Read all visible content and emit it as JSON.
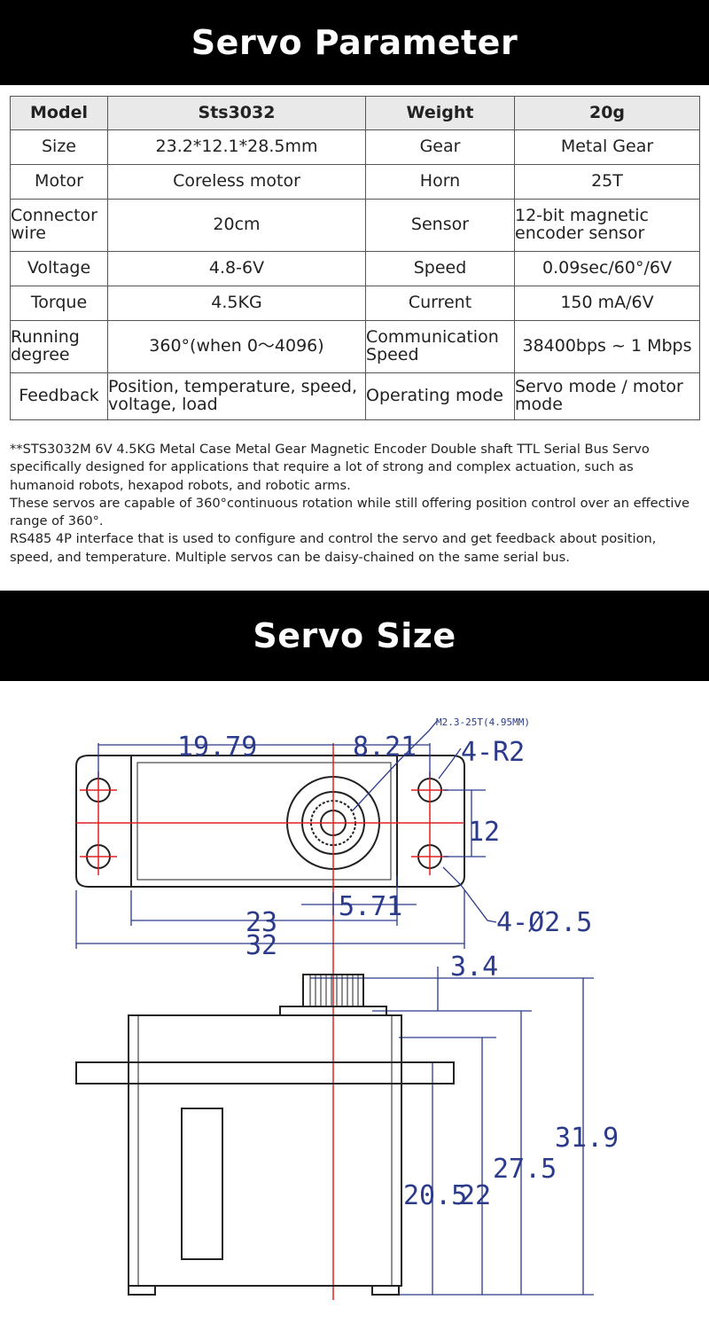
{
  "section1": {
    "title": "Servo Parameter"
  },
  "table": {
    "rows": [
      [
        "Model",
        "Sts3032",
        "Weight",
        "20g"
      ],
      [
        "Size",
        "23.2*12.1*28.5mm",
        "Gear",
        "Metal Gear"
      ],
      [
        "Motor",
        "Coreless motor",
        "Horn",
        "25T"
      ],
      [
        "Connector wire",
        "20cm",
        "Sensor",
        "12-bit magnetic encoder sensor"
      ],
      [
        "Voltage",
        "4.8-6V",
        "Speed",
        "0.09sec/60°/6V"
      ],
      [
        "Torque",
        "4.5KG",
        "Current",
        "150 mA/6V"
      ],
      [
        "Running degree",
        "360°(when 0～4096)",
        "Communication Speed",
        "38400bps ~ 1 Mbps"
      ],
      [
        "Feedback",
        "Position, temperature, speed, voltage, load",
        "Operating mode",
        "Servo mode / motor mode"
      ]
    ]
  },
  "description": {
    "p1": "**STS3032M 6V 4.5KG Metal Case Metal Gear Magnetic Encoder Double shaft TTL Serial Bus Servo specifically designed for applications that require a lot of strong and complex actuation, such as humanoid robots, hexapod robots, and robotic arms.",
    "p2": "These servos are capable of 360°continuous rotation while still offering position control over an effective range of 360°.",
    "p3": "RS485 4P interface that is used to configure and control the servo and get feedback about position, speed, and temperature. Multiple servos can be daisy-chained on the same serial bus."
  },
  "section2": {
    "title": "Servo Size"
  },
  "dimensions": {
    "horn_note": "M2.3-25T(4.95MM)",
    "d1979": "19.79",
    "d821": "8.21",
    "d4r2": "4-R2",
    "d12": "12",
    "d571": "5.71",
    "d23": "23",
    "d32": "32",
    "d4d25": "4-Ø2.5",
    "d34": "3.4",
    "d319": "31.9",
    "d275": "27.5",
    "d205": "20.5",
    "d22": "22"
  },
  "colors": {
    "banner": "#000000",
    "header_row": "#e9e9e9",
    "dimension_lines": "#2b3a8a",
    "center_lines": "#e02020"
  }
}
